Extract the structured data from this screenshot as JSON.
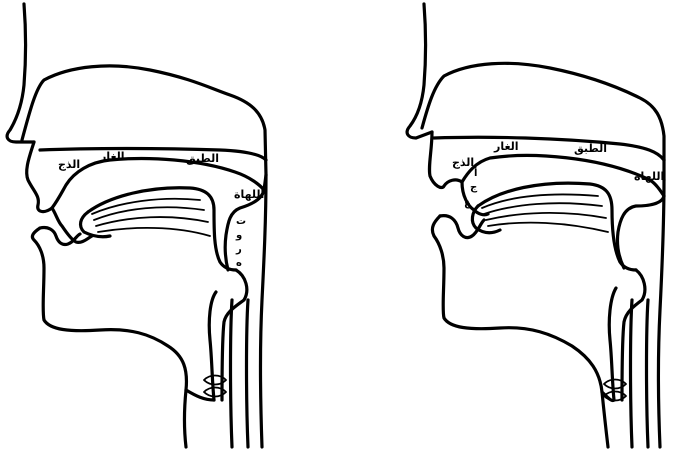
{
  "left_figure": {
    "labels": {
      "lips": "الذج",
      "palate_hard": "الغار",
      "velum": "الطبق",
      "uvula": "اللهاة"
    },
    "pharynx_letters": [
      "ت",
      "و",
      "ر",
      "ه"
    ]
  },
  "right_figure": {
    "labels": {
      "lips": "الذج",
      "palate_hard": "الغار",
      "velum": "الطبق",
      "uvula": "اللهاة"
    },
    "lip_letters": [
      "أ",
      "ج",
      "ع"
    ]
  },
  "colors": {
    "ink": "#000000",
    "background": "#ffffff"
  }
}
